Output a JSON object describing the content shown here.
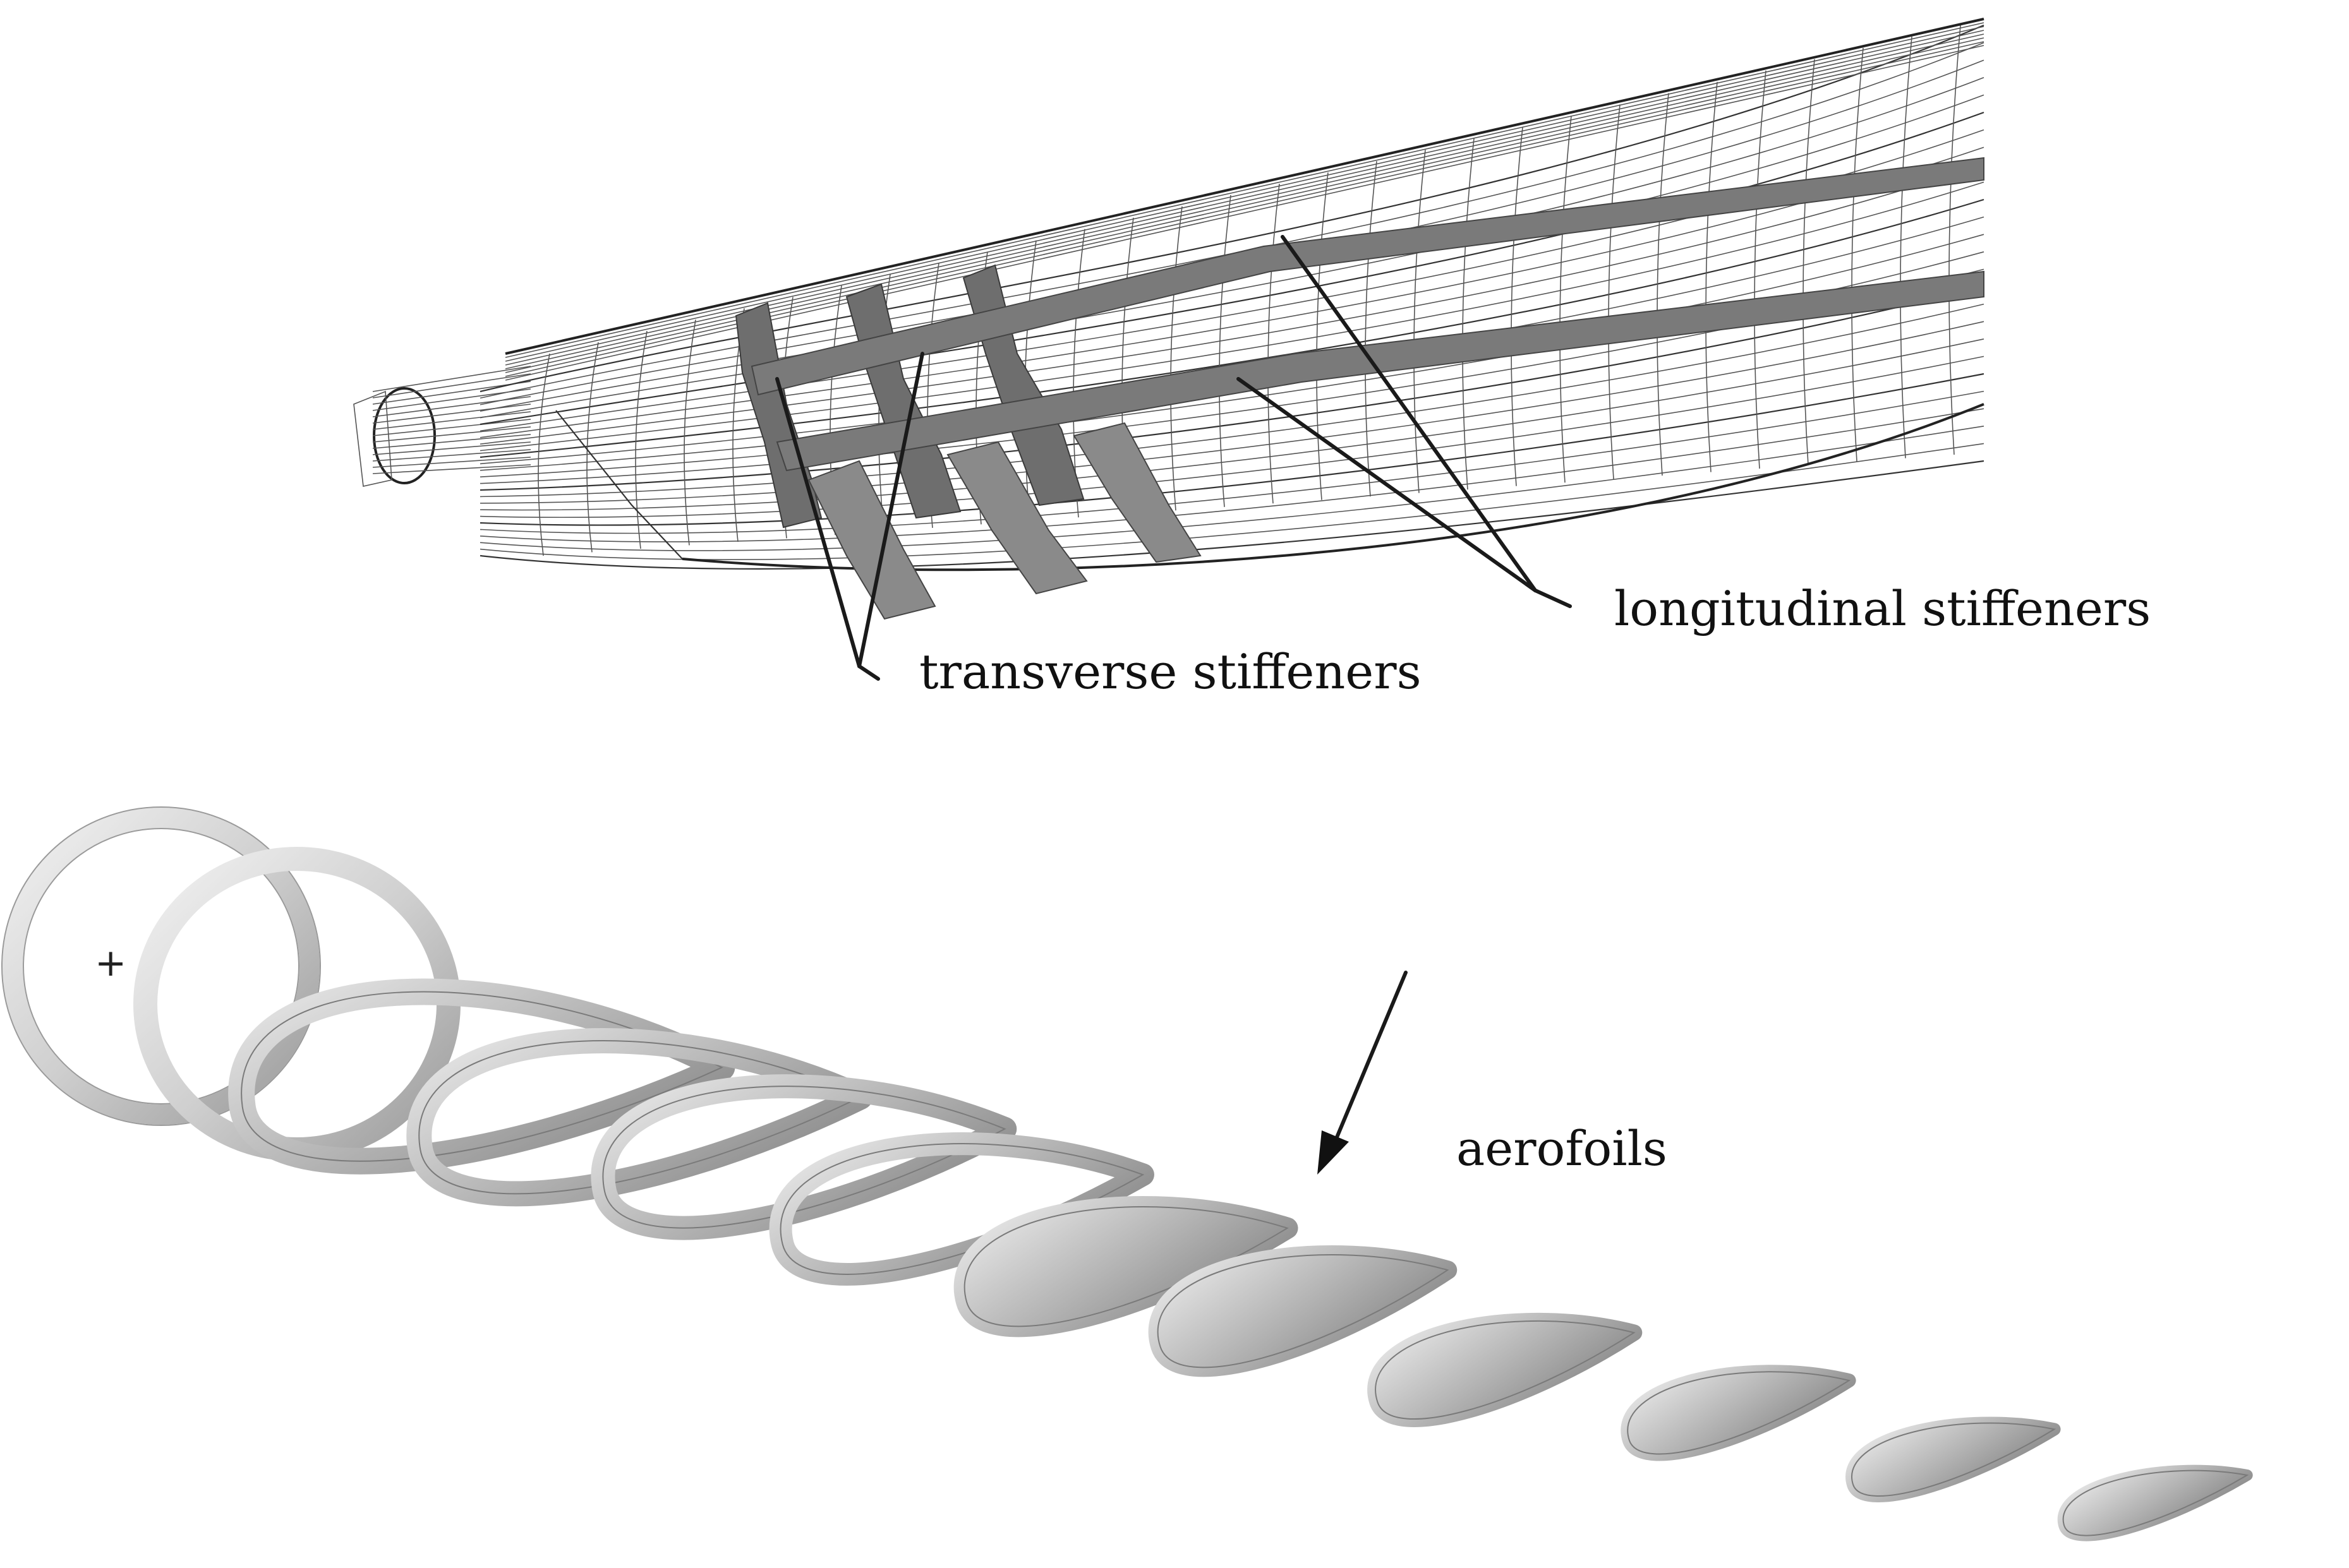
{
  "labels": {
    "longitudinal": "longitudinal stiffeners",
    "transverse": "transverse stiffeners",
    "aerofoils": "aerofoils"
  },
  "colors": {
    "text": "#111111",
    "wireframe": "#333333",
    "stiffener": "#6e6e6e",
    "aerofoil_light": "#d9d9d9",
    "aerofoil_dark": "#8f8f8f"
  },
  "aerofoil_count": 11
}
